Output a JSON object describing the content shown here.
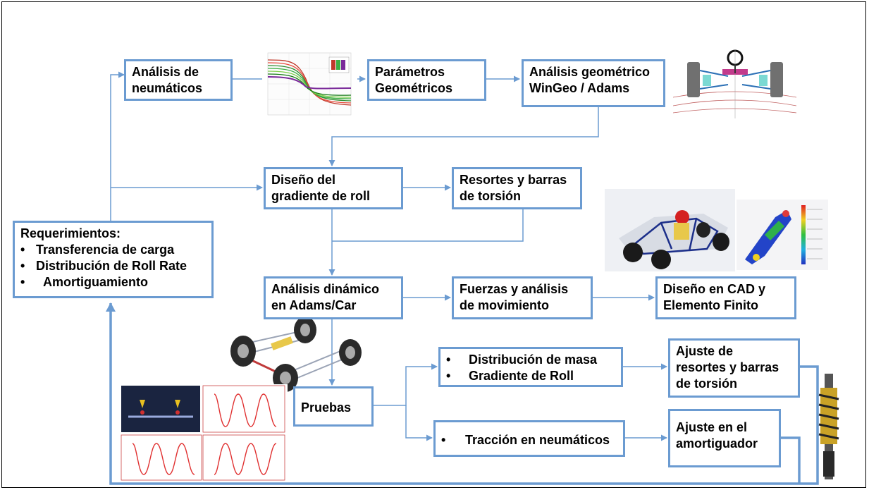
{
  "colors": {
    "box_border": "#6b9bd1",
    "arrow": "#6b9bd1"
  },
  "boxes": {
    "tires": {
      "line1": "Análisis de",
      "line2": "neumáticos"
    },
    "geom_params": {
      "line1": "Parámetros",
      "line2": "Geométricos"
    },
    "geom_analysis": {
      "line1": "Análisis geométrico",
      "line2": "WinGeo / Adams"
    },
    "roll_gradient": {
      "line1": "Diseño del",
      "line2": "gradiente de roll"
    },
    "springs": {
      "line1": "Resortes y barras",
      "line2": "de torsión"
    },
    "requirements": {
      "title": "Requerimientos:",
      "items": [
        "Transferencia de carga",
        "Distribución de Roll Rate",
        "Amortiguamiento"
      ]
    },
    "dynamic": {
      "line1": "Análisis dinámico",
      "line2": "en Adams/Car"
    },
    "forces": {
      "line1": "Fuerzas y análisis",
      "line2": "de movimiento"
    },
    "cad": {
      "line1": "Diseño en CAD y",
      "line2": "Elemento Finito"
    },
    "tests": {
      "label": "Pruebas"
    },
    "mass": {
      "items": [
        "Distribución de masa",
        "Gradiente de Roll"
      ]
    },
    "spring_adjust": {
      "line1": "Ajuste de",
      "line2": "resortes y barras",
      "line3": "de torsión"
    },
    "traction": {
      "items": [
        "Tracción en neumáticos"
      ]
    },
    "damper": {
      "line1": "Ajuste en el",
      "line2": "amortiguador"
    }
  },
  "bullet": "•",
  "icons": [
    "tire-curves-chart-icon",
    "front-suspension-geometry-icon",
    "formula-car-cad-icon",
    "fea-upright-icon",
    "suspension-model-icon",
    "simulation-plots-icon",
    "coilover-shock-icon"
  ]
}
